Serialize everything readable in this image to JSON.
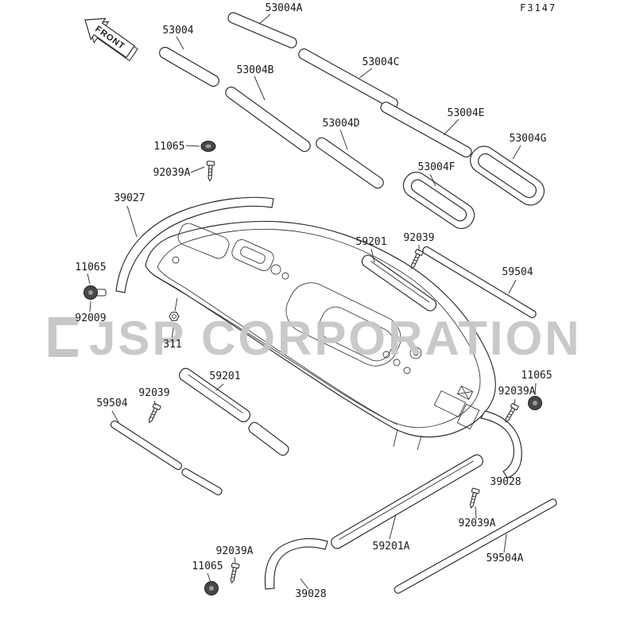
{
  "doc": {
    "figure_ref": "F3147",
    "front_label": "FRONT",
    "watermark": "JSP CORPORATION"
  },
  "parts": {
    "53004": "53004",
    "53004A": "53004A",
    "53004B": "53004B",
    "53004C": "53004C",
    "53004D": "53004D",
    "53004E": "53004E",
    "53004F": "53004F",
    "53004G": "53004G",
    "11065": "11065",
    "92039": "92039",
    "92039A": "92039A",
    "92009": "92009",
    "311": "311",
    "39027": "39027",
    "39028": "39028",
    "59201": "59201",
    "59201A": "59201A",
    "59504": "59504",
    "59504A": "59504A"
  }
}
